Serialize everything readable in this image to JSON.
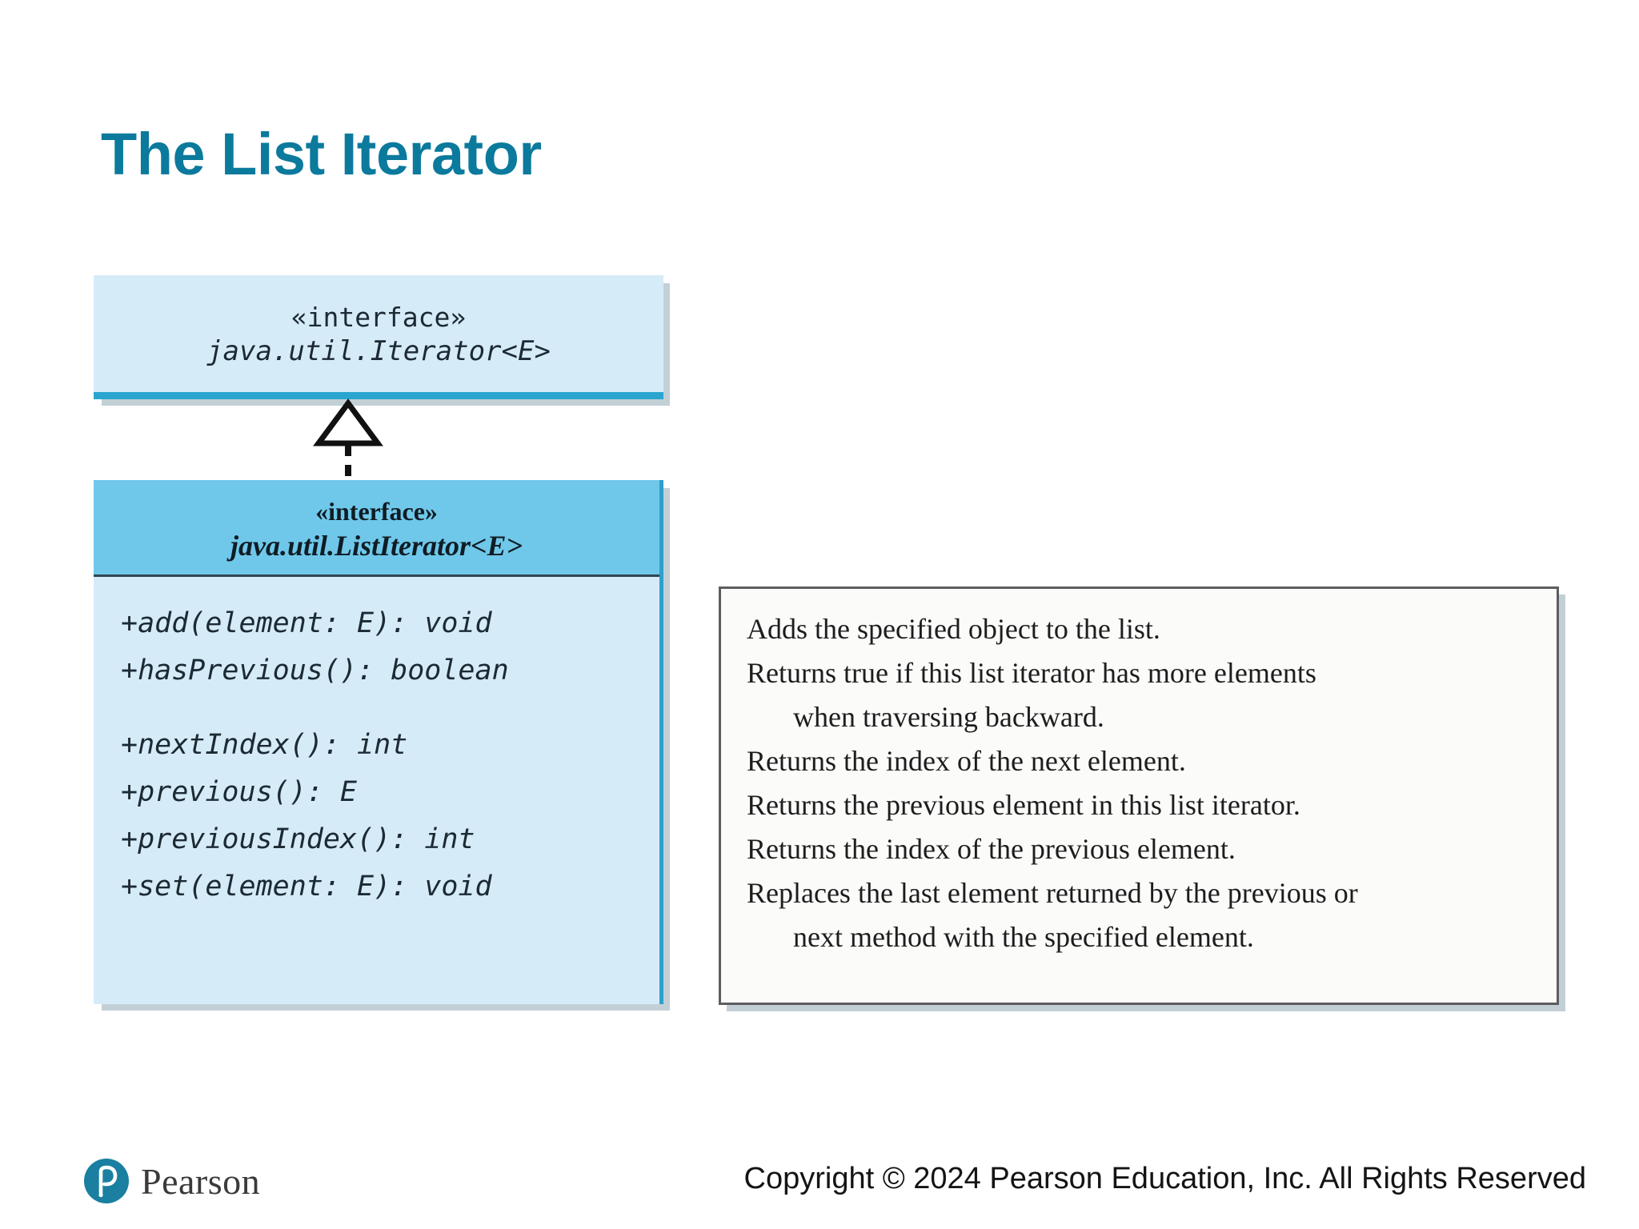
{
  "slide": {
    "title": "The List Iterator",
    "title_color": "#0b7a9d"
  },
  "diagram": {
    "iterator_box": {
      "stereotype": "«interface»",
      "name": "java.util.Iterator<E>",
      "fill_color": "#d6ebf8",
      "edge_color": "#29a5cf"
    },
    "relationship": {
      "kind": "generalization-dashed-hollow-triangle"
    },
    "listiterator_box": {
      "stereotype": "«interface»",
      "name": "java.util.ListIterator<E>",
      "header_color": "#6fc8ea",
      "fill_color": "#d6ebf8",
      "methods": [
        "+add(element: E): void",
        "+hasPrevious(): boolean",
        "",
        "+nextIndex(): int",
        "+previous(): E",
        "+previousIndex(): int",
        "+set(element: E): void"
      ]
    },
    "descriptions": [
      {
        "text": "Adds the specified object to the list.",
        "continuation": false
      },
      {
        "text": "Returns true if this list iterator has more elements",
        "continuation": false
      },
      {
        "text": "when traversing backward.",
        "continuation": true
      },
      {
        "text": "Returns the index of the next element.",
        "continuation": false
      },
      {
        "text": "Returns the previous element in this list iterator.",
        "continuation": false
      },
      {
        "text": "Returns the index of the previous element.",
        "continuation": false
      },
      {
        "text": "Replaces the last element returned by the previous or",
        "continuation": false
      },
      {
        "text": "next method with the specified element.",
        "continuation": true
      }
    ]
  },
  "footer": {
    "brand": "Pearson",
    "copyright": "Copyright © 2024 Pearson Education, Inc. All Rights Reserved",
    "brand_color": "#1a7fa0"
  }
}
